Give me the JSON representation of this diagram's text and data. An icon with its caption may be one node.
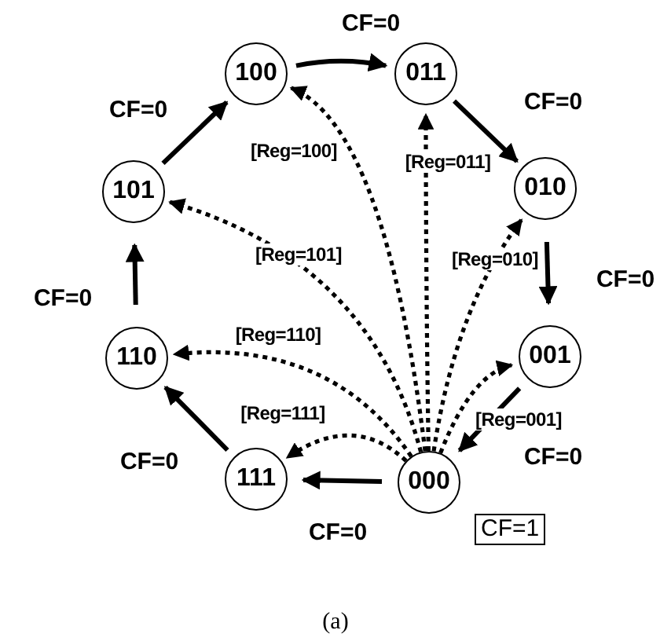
{
  "diagram": {
    "caption": "(a)",
    "nodes": [
      {
        "text": [
          "100"
        ]
      },
      {
        "text": [
          "011"
        ]
      },
      {
        "text": [
          "010"
        ]
      },
      {
        "text": [
          "001"
        ]
      },
      {
        "text": [
          "000"
        ]
      },
      {
        "text": [
          "111"
        ]
      },
      {
        "text": [
          "110"
        ]
      },
      {
        "text": [
          "101"
        ]
      },
      {
        "text": [
          "CF=1"
        ]
      }
    ],
    "edges": [
      {
        "from": 0,
        "to": 1,
        "arrow": "to",
        "label": "CF=0"
      },
      {
        "from": 1,
        "to": 2,
        "arrow": "to",
        "label": "CF=0"
      },
      {
        "from": 2,
        "to": 3,
        "arrow": "to",
        "label": "CF=0"
      },
      {
        "from": 3,
        "to": 4,
        "arrow": "to",
        "label": "CF=0"
      },
      {
        "from": 4,
        "to": 5,
        "arrow": "to",
        "label": "CF=0"
      },
      {
        "from": 5,
        "to": 6,
        "arrow": "to",
        "label": "CF=0"
      },
      {
        "from": 6,
        "to": 7,
        "arrow": "to",
        "label": "CF=0"
      },
      {
        "from": 7,
        "to": 0,
        "arrow": "to",
        "label": "CF=0"
      },
      {
        "from": 4,
        "to": 3,
        "arrow": "to",
        "label": "[Reg=001]",
        "style": "dashed"
      },
      {
        "from": 4,
        "to": 2,
        "arrow": "to",
        "label": "[Reg=010]",
        "style": "dashed"
      },
      {
        "from": 4,
        "to": 1,
        "arrow": "to",
        "label": "[Reg=011]",
        "style": "dashed"
      },
      {
        "from": 4,
        "to": 0,
        "arrow": "to",
        "label": "[Reg=100]",
        "style": "dashed"
      },
      {
        "from": 4,
        "to": 7,
        "arrow": "to",
        "label": "[Reg=101]",
        "style": "dashed"
      },
      {
        "from": 4,
        "to": 6,
        "arrow": "to",
        "label": "[Reg=110]",
        "style": "dashed"
      },
      {
        "from": 4,
        "to": 5,
        "arrow": "to",
        "label": "[Reg=111]",
        "style": "dashed"
      }
    ]
  }
}
